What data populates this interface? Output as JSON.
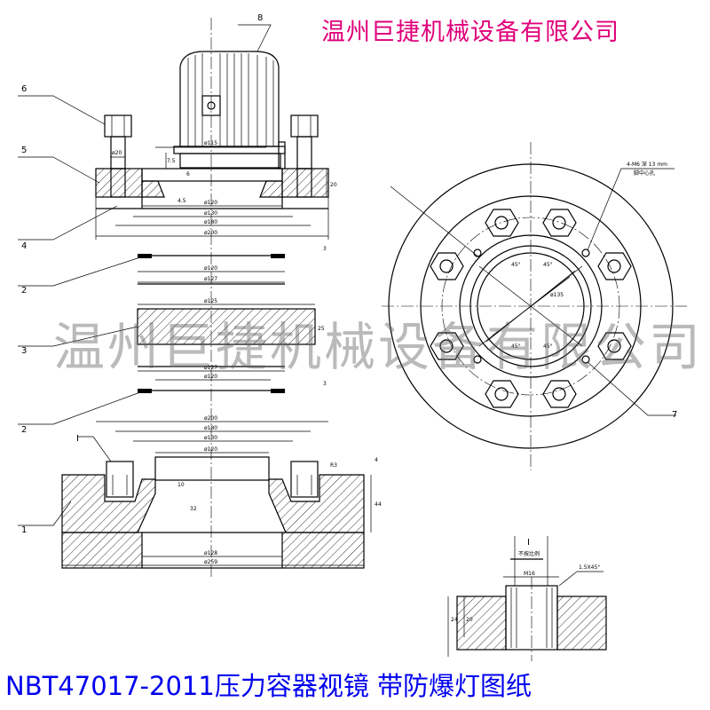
{
  "company_name": "温州巨捷机械设备有限公司",
  "footer_title": "NBT47017-2011压力容器视镜 带防爆灯图纸",
  "watermark_text": "温州巨捷机械设备有限公司",
  "colors": {
    "company": "#e0007a",
    "footer": "#0000ee",
    "drawing": "#000000"
  },
  "part_numbers": {
    "p1": "1",
    "p2a": "2",
    "p2b": "2",
    "p3": "3",
    "p4": "4",
    "p5": "5",
    "p6": "6",
    "p7": "7",
    "p8": "8"
  },
  "detail_marker": "I",
  "dimensions": {
    "d115": "ø115",
    "d20": "ø20",
    "d75": "7.5",
    "d6": "6",
    "d45": "4.5",
    "t20": "20",
    "d120a": "ø120",
    "d130a": "ø130",
    "d180a": "ø180",
    "d200a": "ø200",
    "t3a": "3",
    "d120b": "ø120",
    "d127a": "ø127",
    "d125": "ø125",
    "t25": "25",
    "d127b": "ø127",
    "d120c": "ø120",
    "t3b": "3",
    "d200b": "ø200",
    "d180b": "ø180",
    "d130b": "ø130",
    "d120d": "ø120",
    "r3": "R3",
    "t4": "4",
    "t10": "10",
    "t32": "32",
    "t44": "44",
    "d128": "ø128",
    "d259": "ø259",
    "bolt_note": "4-M6 深 13 mm",
    "bolt_sub": "脚中心孔",
    "a45a": "45°",
    "a45b": "45°",
    "a45c": "45°",
    "a45d": "45°",
    "d135": "ø135",
    "detail_title": "I",
    "detail_sub": "不按比例",
    "m16": "M16",
    "chamfer": "1.5X45°",
    "t20b": "20",
    "t24": "24"
  }
}
